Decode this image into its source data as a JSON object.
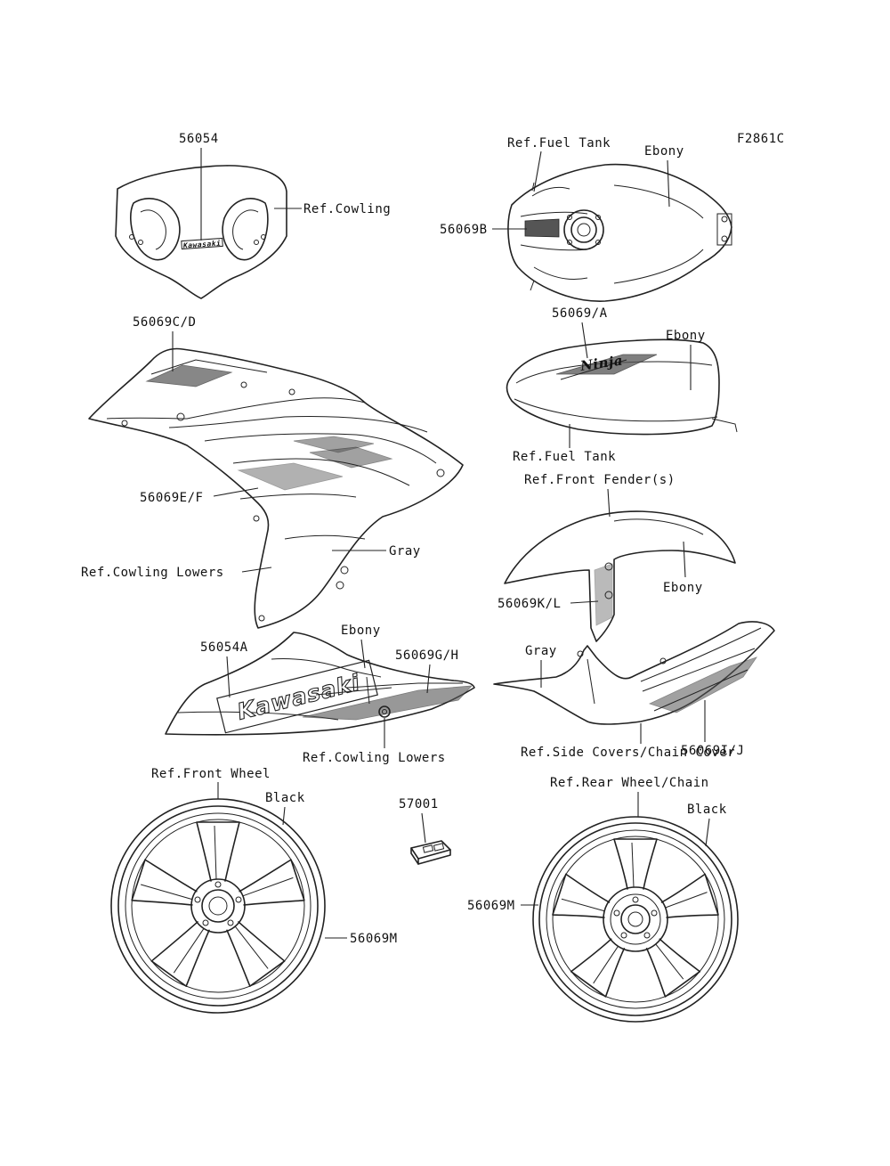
{
  "figure_code": "F2861C",
  "labels": {
    "p56054": "56054",
    "ref_cowling": "Ref.Cowling",
    "ref_fuel_tank_top": "Ref.Fuel Tank",
    "ebony_tank_top": "Ebony",
    "p56069b": "56069B",
    "p56069a": "56069/A",
    "ebony_tank_side": "Ebony",
    "ref_fuel_tank_side": "Ref.Fuel Tank",
    "p56069cd": "56069C/D",
    "p56069ef": "56069E/F",
    "gray_cowl": "Gray",
    "ref_cowling_lowers_1": "Ref.Cowling Lowers",
    "ref_front_fender": "Ref.Front Fender(s)",
    "ebony_fender": "Ebony",
    "p56069kl": "56069K/L",
    "p56054a": "56054A",
    "ebony_lower": "Ebony",
    "p56069gh": "56069G/H",
    "ref_cowling_lowers_2": "Ref.Cowling Lowers",
    "gray_side": "Gray",
    "p56069ij": "56069I/J",
    "ref_side_covers": "Ref.Side Covers/Chain Cover",
    "ref_front_wheel": "Ref.Front Wheel",
    "black_front": "Black",
    "p57001": "57001",
    "p56069m_front": "56069M",
    "ref_rear_wheel": "Ref.Rear Wheel/Chain",
    "black_rear": "Black",
    "p56069m_rear": "56069M"
  },
  "decal_text": {
    "kawasaki_small": "Kawasaki",
    "ninja": "Ninja",
    "kawasaki_large": "Kawasaki"
  }
}
